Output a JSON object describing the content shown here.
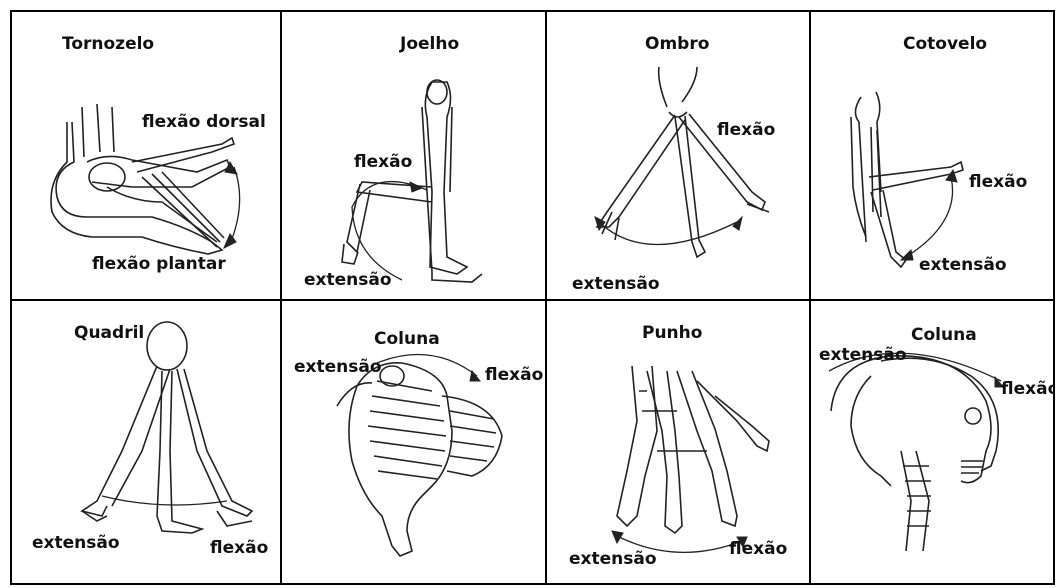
{
  "panels": [
    {
      "title": "Tornozelo",
      "labels": [
        "flexão dorsal",
        "flexão plantar"
      ]
    },
    {
      "title": "Joelho",
      "labels": [
        "flexão",
        "extensão"
      ]
    },
    {
      "title": "Ombro",
      "labels": [
        "flexão",
        "extensão"
      ]
    },
    {
      "title": "Cotovelo",
      "labels": [
        "flexão",
        "extensão"
      ]
    },
    {
      "title": "Quadril",
      "labels": [
        "extensão",
        "flexão"
      ]
    },
    {
      "title": "Coluna",
      "labels": [
        "extensão",
        "flexão"
      ]
    },
    {
      "title": "Punho",
      "labels": [
        "extensão",
        "flexão"
      ]
    },
    {
      "title": "Coluna",
      "labels": [
        "extensão",
        "flexão"
      ]
    }
  ]
}
